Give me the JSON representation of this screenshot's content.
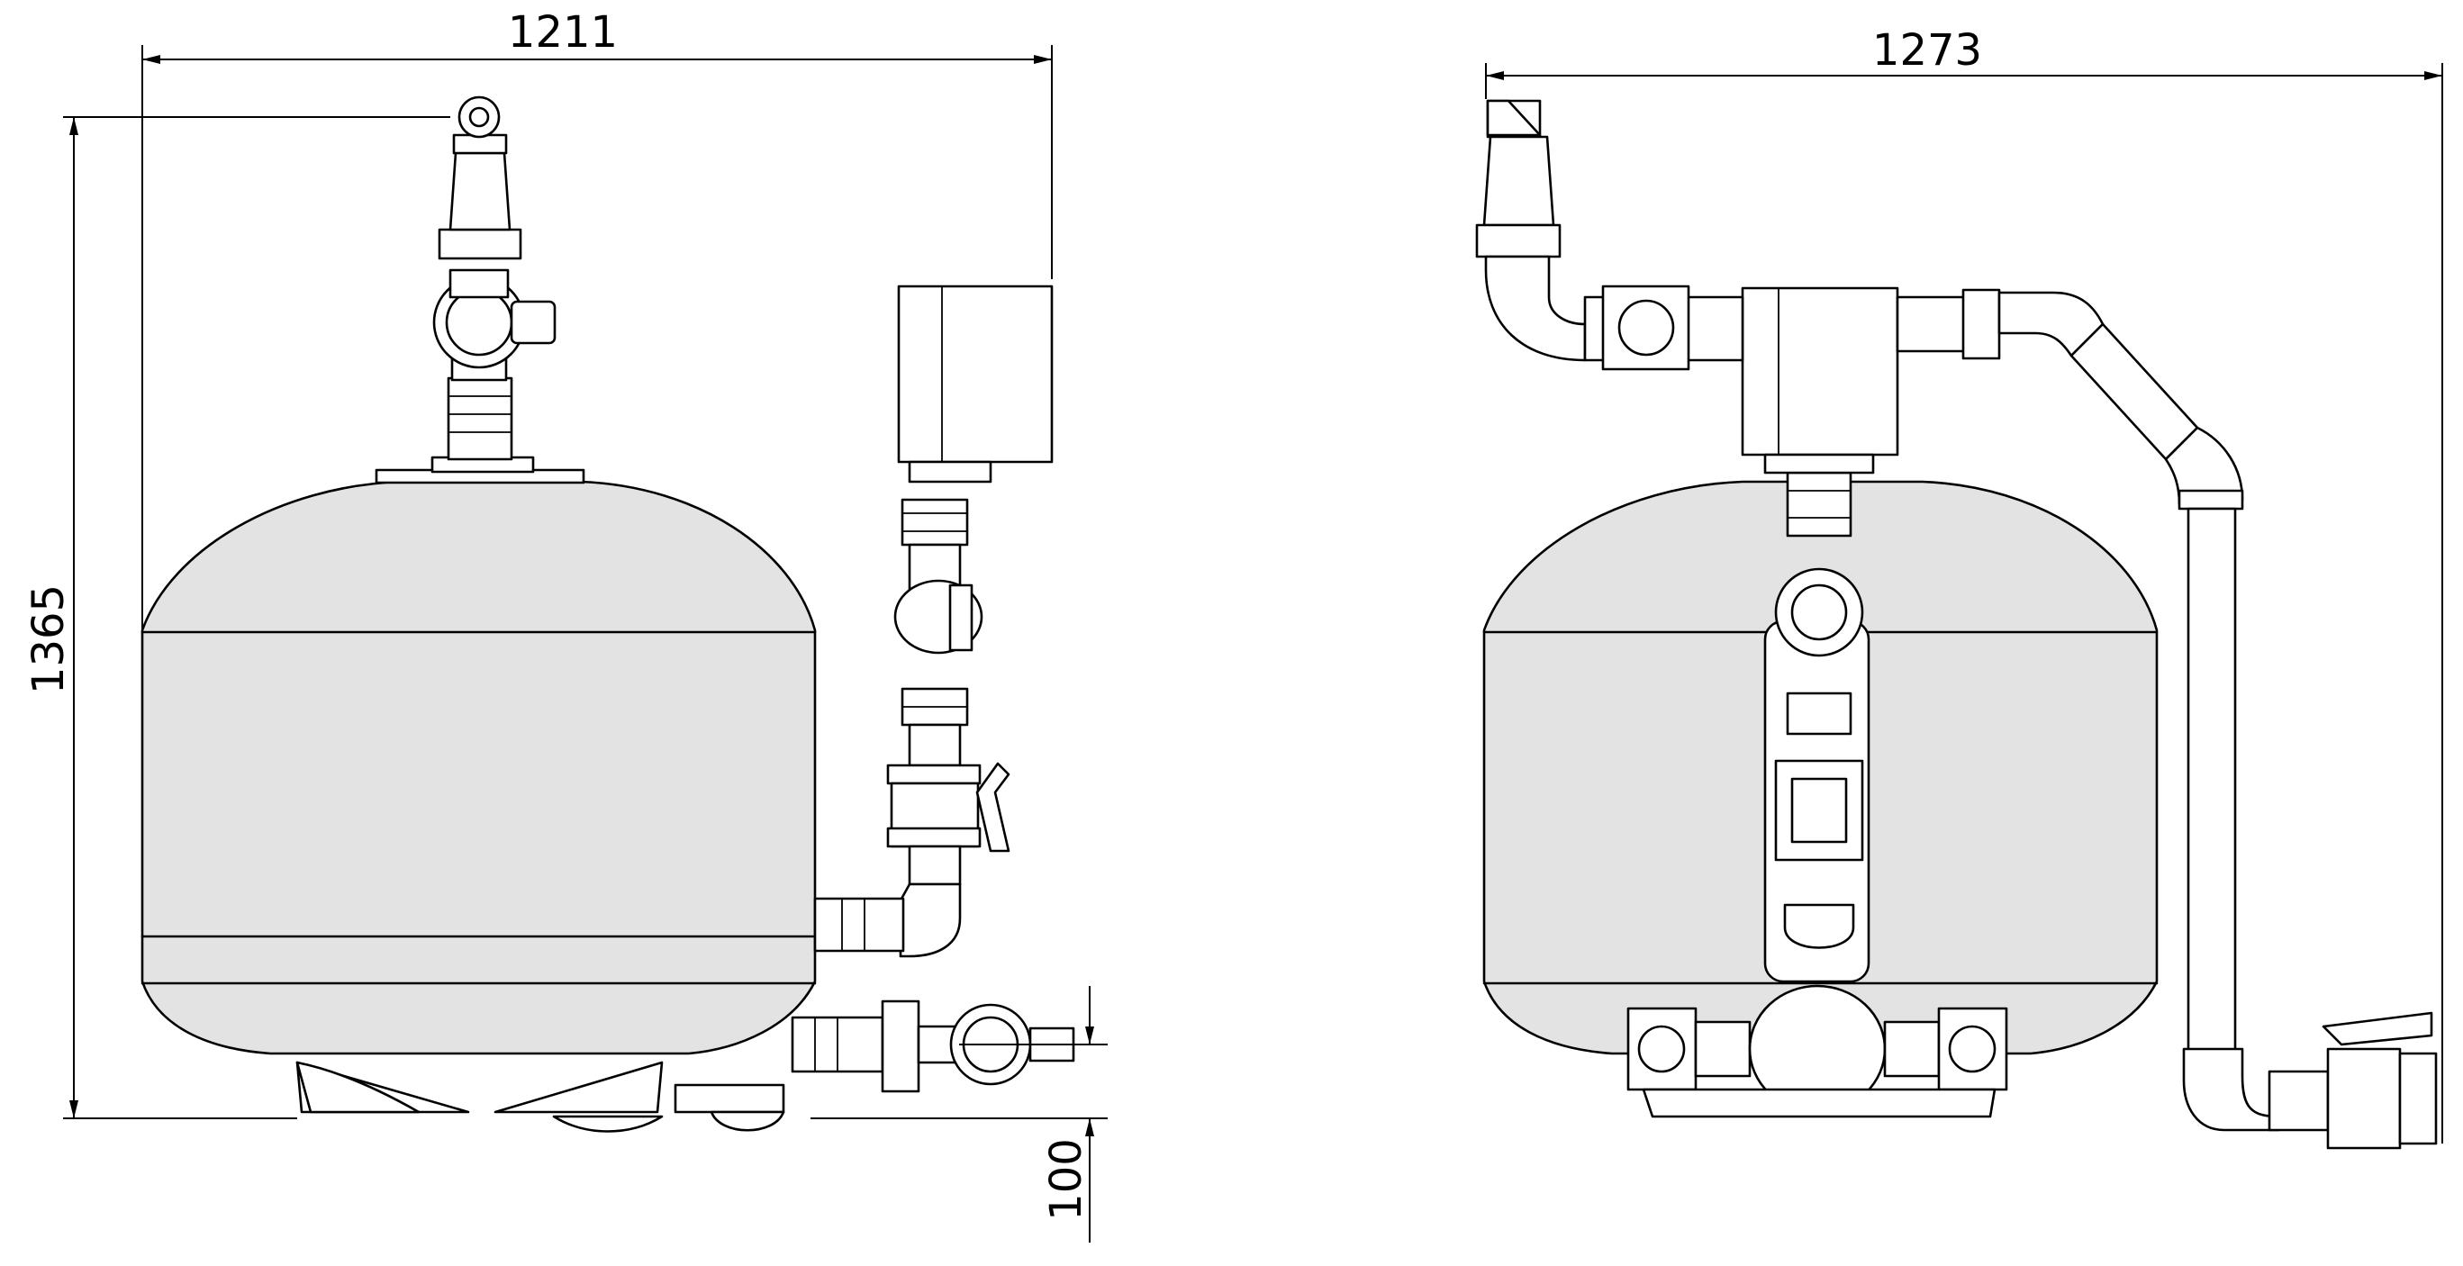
{
  "dimensions": {
    "left_width": "1211",
    "left_height": "1365",
    "base_height": "100",
    "right_width": "1273"
  },
  "colors": {
    "line": "#000000",
    "tank_fill": "#e3e3e3",
    "background": "#ffffff"
  }
}
